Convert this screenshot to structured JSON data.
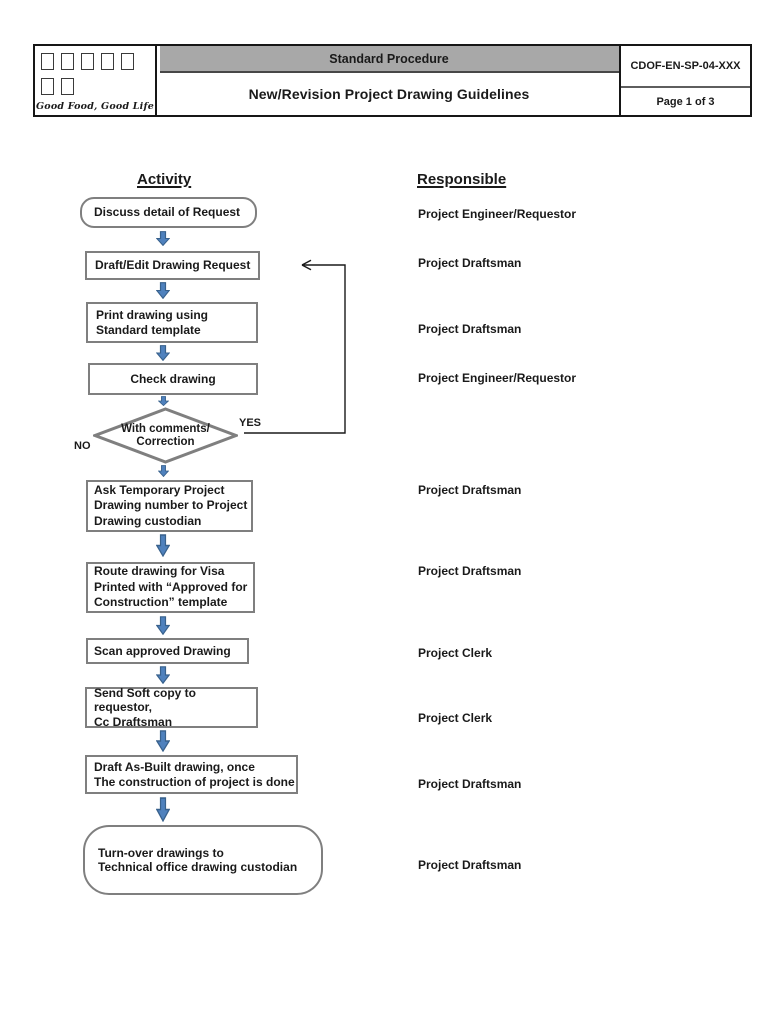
{
  "header": {
    "banner": "Standard Procedure",
    "title": "New/Revision Project Drawing Guidelines",
    "doc_code": "CDOF-EN-SP-04-XXX",
    "page_info": "Page 1 of 3",
    "logo": {
      "tagline": "Good Food, Good Life",
      "placeholder_squares_row1": 5,
      "placeholder_squares_row2": 2
    }
  },
  "columns": {
    "activity": "Activity",
    "responsible": "Responsible"
  },
  "flow": {
    "steps": [
      {
        "type": "terminator",
        "text": "Discuss detail of Request"
      },
      {
        "type": "process",
        "text": "Draft/Edit Drawing Request"
      },
      {
        "type": "process",
        "text": "Print drawing using\nStandard template"
      },
      {
        "type": "process",
        "text": "Check drawing"
      },
      {
        "type": "decision",
        "text": "With comments/\nCorrection",
        "yes_label": "YES",
        "no_label": "NO"
      },
      {
        "type": "process",
        "text": "Ask Temporary Project\nDrawing number to Project\nDrawing custodian"
      },
      {
        "type": "process",
        "text": "Route drawing for Visa\nPrinted with “Approved for\nConstruction” template"
      },
      {
        "type": "process",
        "text": "Scan approved Drawing"
      },
      {
        "type": "process",
        "text": "Send Soft copy to requestor,\nCc Draftsman"
      },
      {
        "type": "process",
        "text": "Draft As-Built drawing, once\nThe construction of project is done"
      },
      {
        "type": "terminator",
        "text": "Turn-over drawings to\nTechnical office drawing custodian"
      }
    ],
    "responsible": [
      "Project Engineer/Requestor",
      "Project Draftsman",
      "Project Draftsman",
      "Project Engineer/Requestor",
      "Project Draftsman",
      "Project Draftsman",
      "Project Clerk",
      "Project Clerk",
      "Project Draftsman",
      "Project Draftsman"
    ]
  },
  "colors": {
    "arrow_fill": "#4f81bd",
    "arrow_stroke": "#38618c",
    "shape_border": "#7f7f7f",
    "header_band": "#a8a8a8",
    "text": "#1a1a1a"
  }
}
